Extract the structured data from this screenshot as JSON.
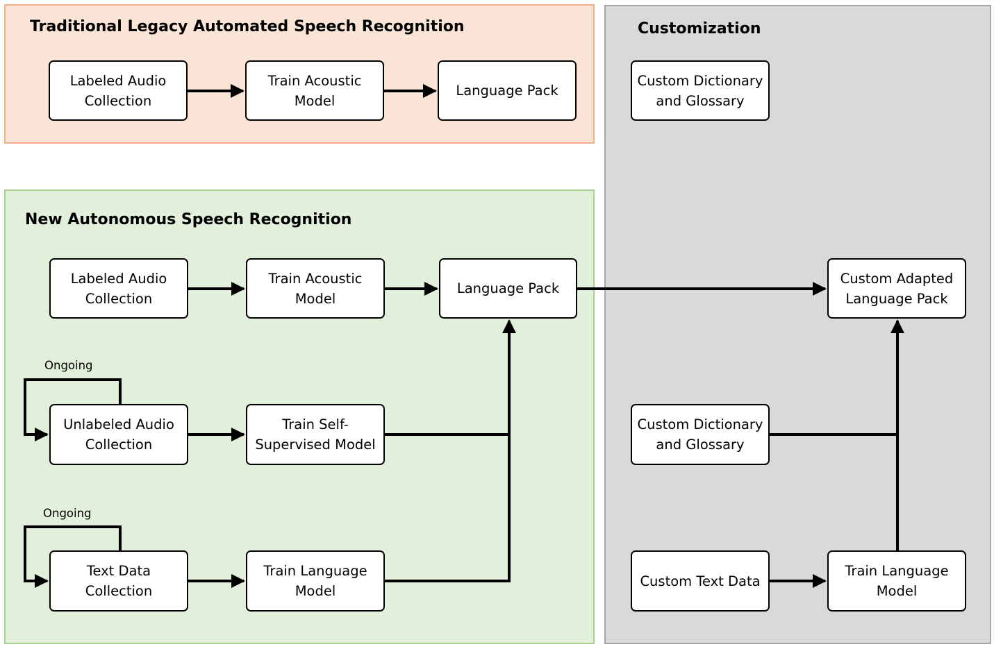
{
  "colors": {
    "legacy_fill": "#fae4d6",
    "legacy_border": "#f4b183",
    "autonomous_fill": "#e2efda",
    "autonomous_border": "#a9d18e",
    "customization_fill": "#d9d9d9",
    "customization_border": "#a6a6a6"
  },
  "legacy": {
    "title": "Traditional Legacy Automated Speech Recognition",
    "labeled_audio": "Labeled Audio Collection",
    "train_acoustic": "Train Acoustic Model",
    "language_pack": "Language Pack"
  },
  "autonomous": {
    "title": "New Autonomous Speech Recognition",
    "labeled_audio": "Labeled Audio Collection",
    "train_acoustic": "Train Acoustic Model",
    "language_pack": "Language Pack",
    "unlabeled_audio": "Unlabeled Audio Collection",
    "train_self_supervised": "Train Self-Supervised Model",
    "text_data": "Text Data Collection",
    "train_language": "Train Language Model",
    "ongoing_1": "Ongoing",
    "ongoing_2": "Ongoing"
  },
  "customization": {
    "title": "Customization",
    "dictionary_top": "Custom Dictionary and Glossary",
    "adapted_pack": "Custom Adapted Language Pack",
    "dictionary_mid": "Custom Dictionary and Glossary",
    "custom_text": "Custom Text Data",
    "train_language": "Train Language Model"
  }
}
